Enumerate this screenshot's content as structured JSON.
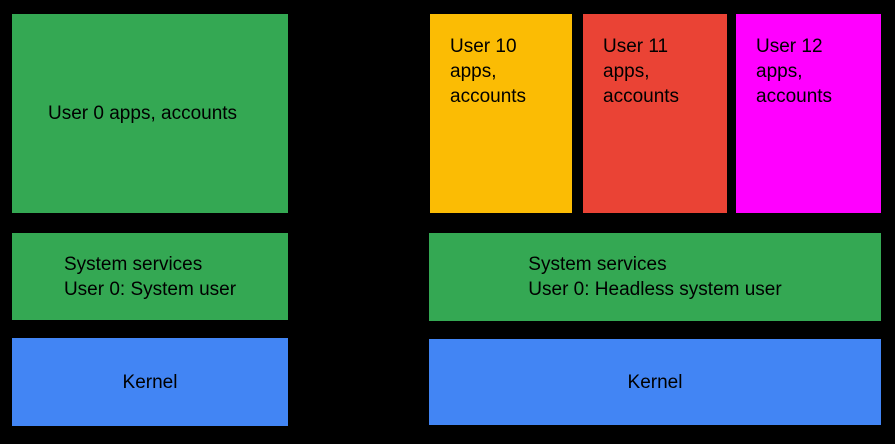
{
  "background_color": "#000000",
  "text_color": "#000000",
  "colors": {
    "green": "#34A853",
    "blue": "#4285F4",
    "yellow": "#FBBC04",
    "red": "#EA4335",
    "magenta": "#FF00FF"
  },
  "left_stack": {
    "apps_box": {
      "label": "User 0 apps, accounts",
      "color": "#34A853"
    },
    "services_box": {
      "line1": "System services",
      "line2": "User 0: System user",
      "color": "#34A853"
    },
    "kernel_box": {
      "label": "Kernel",
      "color": "#4285F4"
    }
  },
  "right_stack": {
    "user_boxes": [
      {
        "line1": "User 10",
        "line2": "apps,",
        "line3": "accounts",
        "color": "#FBBC04"
      },
      {
        "line1": "User 11",
        "line2": "apps,",
        "line3": "accounts",
        "color": "#EA4335"
      },
      {
        "line1": "User 12",
        "line2": "apps,",
        "line3": "accounts",
        "color": "#FF00FF"
      }
    ],
    "services_box": {
      "line1": "System services",
      "line2": "User 0: Headless system user",
      "color": "#34A853"
    },
    "kernel_box": {
      "label": "Kernel",
      "color": "#4285F4"
    }
  }
}
